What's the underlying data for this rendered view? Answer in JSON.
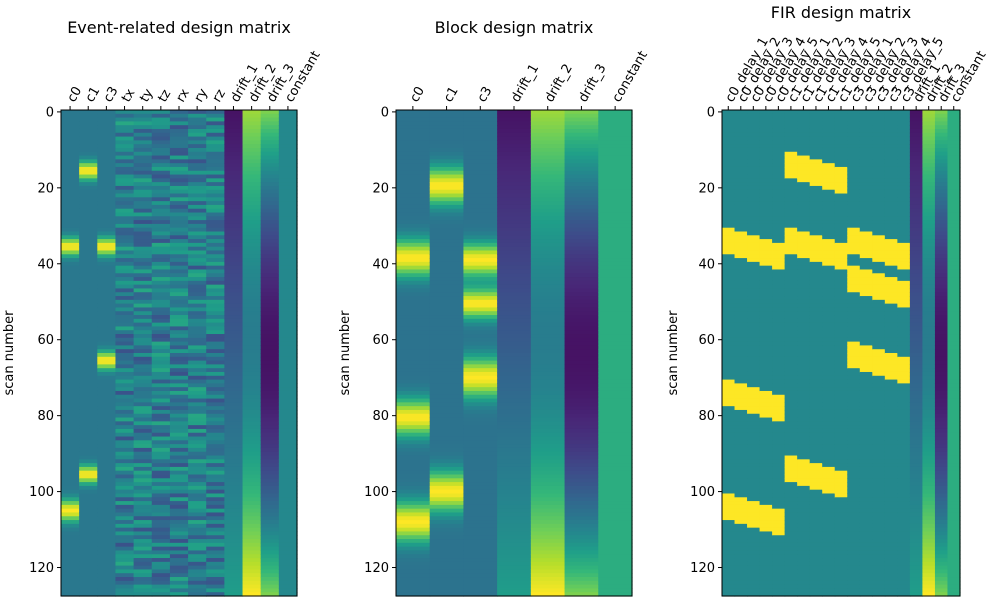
{
  "chart_data": [
    {
      "type": "heatmap",
      "title": "Event-related design matrix",
      "ylabel": "scan number",
      "ylim": [
        127.5,
        -0.5
      ],
      "yticks": [
        0,
        20,
        40,
        60,
        80,
        100,
        120
      ],
      "columns": [
        "c0",
        "c1",
        "c3",
        "tx",
        "ty",
        "tz",
        "rx",
        "ry",
        "rz",
        "drift_1",
        "drift_2",
        "drift_3",
        "constant"
      ],
      "colormap": "viridis",
      "rows": 128,
      "events": {
        "c0": [
          [
            33,
            38
          ],
          [
            102,
            108
          ]
        ],
        "c1": [
          [
            13,
            18
          ],
          [
            93,
            98
          ]
        ],
        "c3": [
          [
            33,
            38
          ],
          [
            63,
            68
          ]
        ]
      }
    },
    {
      "type": "heatmap",
      "title": "Block design matrix",
      "ylabel": "scan number",
      "ylim": [
        127.5,
        -0.5
      ],
      "yticks": [
        0,
        20,
        40,
        60,
        80,
        100,
        120
      ],
      "columns": [
        "c0",
        "c1",
        "c3",
        "drift_1",
        "drift_2",
        "drift_3",
        "constant"
      ],
      "colormap": "viridis",
      "rows": 128,
      "blocks": {
        "c0": [
          [
            33,
            44
          ],
          [
            75,
            86
          ],
          [
            102,
            114
          ]
        ],
        "c1": [
          [
            14,
            25
          ],
          [
            94,
            106
          ]
        ],
        "c3": [
          [
            34,
            44
          ],
          [
            46,
            55
          ],
          [
            64,
            76
          ]
        ]
      }
    },
    {
      "type": "heatmap",
      "title": "FIR design matrix",
      "ylabel": "scan number",
      "ylim": [
        127.5,
        -0.5
      ],
      "yticks": [
        0,
        20,
        40,
        60,
        80,
        100,
        120
      ],
      "columns": [
        "c0_delay_1",
        "c0_delay_2",
        "c0_delay_3",
        "c0_delay_4",
        "c0_delay_5",
        "c1_delay_1",
        "c1_delay_2",
        "c1_delay_3",
        "c1_delay_4",
        "c1_delay_5",
        "c3_delay_1",
        "c3_delay_2",
        "c3_delay_3",
        "c3_delay_4",
        "c3_delay_5",
        "drift_1",
        "drift_2",
        "drift_3",
        "constant"
      ],
      "colormap": "viridis",
      "rows": 128,
      "onsets": {
        "c0": [
          31,
          71,
          101
        ],
        "c1": [
          11,
          31,
          91
        ],
        "c3": [
          31,
          41,
          61
        ]
      },
      "duration": 7
    }
  ]
}
